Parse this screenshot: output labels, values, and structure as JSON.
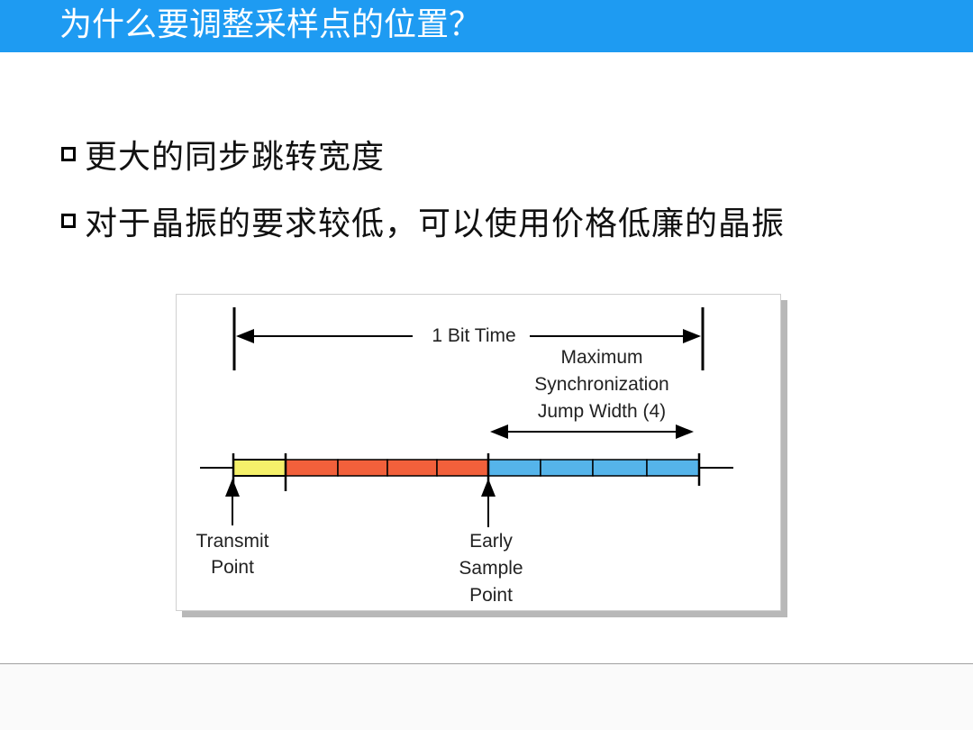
{
  "slide": {
    "title": "为什么要调整采样点的位置？",
    "bullets": [
      "更大的同步跳转宽度",
      "对于晶振的要求较低，可以使用价格低廉的晶振"
    ]
  },
  "diagram": {
    "bit_time_label": "1 Bit Time",
    "sjw_label_lines": [
      "Maximum",
      "Synchronization",
      "Jump Width (4)"
    ],
    "transmit_label_lines": [
      "Transmit",
      "Point"
    ],
    "sample_label_lines": [
      "Early",
      "Sample",
      "Point"
    ],
    "segments": [
      {
        "color": "#f5f06a",
        "count": 1
      },
      {
        "color": "#f2603b",
        "count": 4
      },
      {
        "color": "#55b4ea",
        "count": 4
      }
    ]
  }
}
